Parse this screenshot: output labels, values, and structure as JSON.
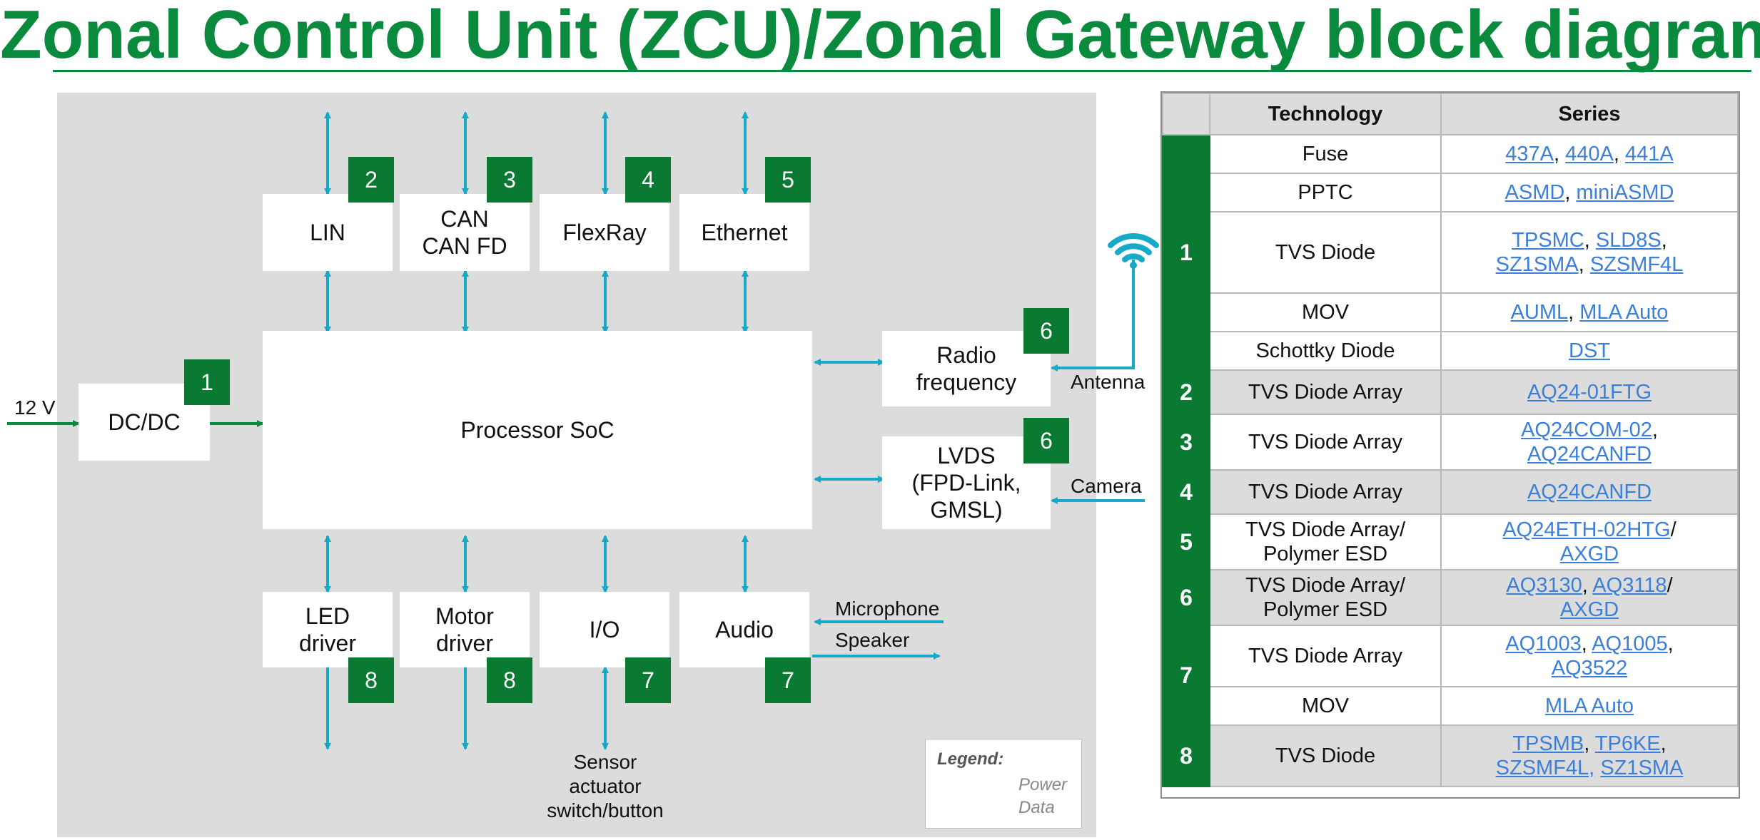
{
  "title": "Zonal Control Unit (ZCU)/Zonal Gateway block diagram",
  "colors": {
    "power": "#0a8a3c",
    "data": "#18a8c8",
    "badge": "#0a7a33",
    "link": "#3b7fd9"
  },
  "blocks": {
    "lin": "LIN",
    "can": "CAN\nCAN FD",
    "flexray": "FlexRay",
    "ethernet": "Ethernet",
    "dcdc": "DC/DC",
    "processor": "Processor SoC",
    "radio": "Radio\nfrequency",
    "lvds": "LVDS\n(FPD-Link,\nGMSL)",
    "led": "LED\ndriver",
    "motor": "Motor\ndriver",
    "io": "I/O",
    "audio": "Audio"
  },
  "badges": {
    "dcdc": "1",
    "lin": "2",
    "can": "3",
    "flexray": "4",
    "ethernet": "5",
    "radio": "6",
    "lvds": "6",
    "led": "8",
    "motor": "8",
    "io": "7",
    "audio": "7"
  },
  "labels": {
    "input_12v": "12 V",
    "antenna": "Antenna",
    "camera": "Camera",
    "microphone": "Microphone",
    "speaker": "Speaker",
    "sensor": "Sensor\nactuator\nswitch/button"
  },
  "legend": {
    "title": "Legend:",
    "power": "Power",
    "data": "Data"
  },
  "wifi_icon": "wifi-icon",
  "table": {
    "headers": [
      "",
      "Technology",
      "Series"
    ],
    "groups": [
      {
        "num": "1",
        "shade": false,
        "rows": [
          {
            "tech": "Fuse",
            "series": [
              "437A",
              ", ",
              "440A",
              ", ",
              "441A"
            ]
          },
          {
            "tech": "PPTC",
            "series": [
              "ASMD",
              ", ",
              "miniASMD"
            ]
          },
          {
            "tech": "TVS Diode",
            "series": [
              "TPSMC",
              ", ",
              "SLD8S",
              ",\n",
              "SZ1SMA",
              ", ",
              "SZSMF4L"
            ]
          },
          {
            "tech": "MOV",
            "series": [
              "AUML",
              ", ",
              "MLA Auto"
            ]
          },
          {
            "tech": "Schottky Diode",
            "series": [
              "DST"
            ]
          }
        ]
      },
      {
        "num": "2",
        "shade": true,
        "rows": [
          {
            "tech": "TVS Diode Array",
            "series": [
              "AQ24-01FTG"
            ]
          }
        ]
      },
      {
        "num": "3",
        "shade": false,
        "rows": [
          {
            "tech": "TVS Diode Array",
            "series": [
              "AQ24COM-02",
              ",\n",
              "AQ24CANFD"
            ]
          }
        ]
      },
      {
        "num": "4",
        "shade": true,
        "rows": [
          {
            "tech": "TVS Diode Array",
            "series": [
              "AQ24CANFD"
            ]
          }
        ]
      },
      {
        "num": "5",
        "shade": false,
        "rows": [
          {
            "tech": "TVS Diode Array/\nPolymer ESD",
            "series": [
              "AQ24ETH-02HTG",
              "/\n",
              "AXGD"
            ]
          }
        ]
      },
      {
        "num": "6",
        "shade": true,
        "rows": [
          {
            "tech": "TVS Diode Array/\nPolymer ESD",
            "series": [
              "AQ3130",
              ", ",
              "AQ3118",
              "/\n",
              "AXGD"
            ]
          }
        ]
      },
      {
        "num": "7",
        "shade": false,
        "rows": [
          {
            "tech": "TVS Diode Array",
            "series": [
              "AQ1003",
              ", ",
              "AQ1005",
              ",\n",
              "AQ3522"
            ]
          },
          {
            "tech": "MOV",
            "series": [
              "MLA Auto"
            ]
          }
        ]
      },
      {
        "num": "8",
        "shade": true,
        "rows": [
          {
            "tech": "TVS Diode",
            "series": [
              "TPSMB",
              ", ",
              "TP6KE",
              ",\n",
              "SZSMF4L,",
              " ",
              "SZ1SMA"
            ]
          }
        ]
      }
    ]
  }
}
